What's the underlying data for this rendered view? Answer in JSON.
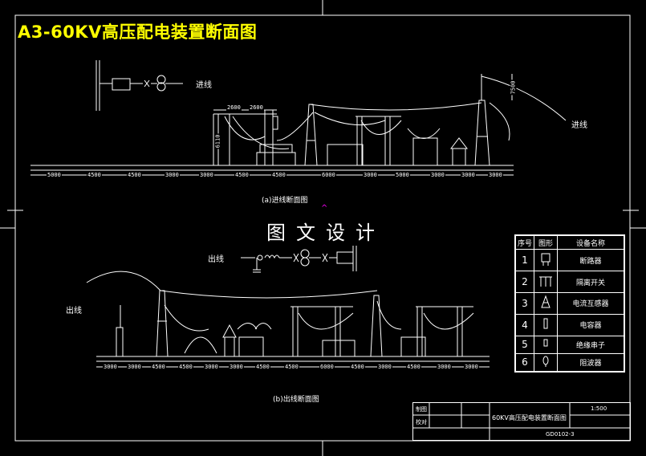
{
  "title": "A3-60KV高压配电装置断面图",
  "watermark": "图文设计",
  "section_a": {
    "caption": "(a)进线断面图",
    "incoming_left": "进线",
    "incoming_right": "进线",
    "dims": [
      "2600",
      "2600",
      "5000",
      "4500",
      "4500",
      "3000",
      "3000",
      "4500",
      "4500",
      "6000",
      "3000",
      "5000",
      "3000",
      "3000",
      "3000"
    ],
    "height_label": "6110",
    "right_height": "7500"
  },
  "section_b": {
    "caption": "(b)出线断面图",
    "outgoing_top": "出线",
    "outgoing_left": "出线",
    "dims": [
      "3000",
      "3000",
      "4500",
      "4500",
      "3000",
      "3000",
      "4500",
      "4500",
      "6000",
      "4500",
      "3000",
      "4500",
      "3000",
      "3000"
    ]
  },
  "legend": {
    "headers": [
      "序号",
      "图形",
      "设备名称"
    ],
    "rows": [
      {
        "no": "1",
        "name": "断路器"
      },
      {
        "no": "2",
        "name": "隔离开关"
      },
      {
        "no": "3",
        "name": "电流互感器"
      },
      {
        "no": "4",
        "name": "电容器"
      },
      {
        "no": "5",
        "name": "绝缘串子"
      },
      {
        "no": "6",
        "name": "阻波器"
      }
    ]
  },
  "title_block": {
    "drawn": "制图",
    "checked": "校对",
    "name": "60KV高压配电装置断面图",
    "scale": "1:500",
    "number": "GD0102-3"
  },
  "colors": {
    "background": "#000000",
    "line": "#ffffff",
    "title": "#ffff00",
    "marker": "#ff00ff"
  }
}
